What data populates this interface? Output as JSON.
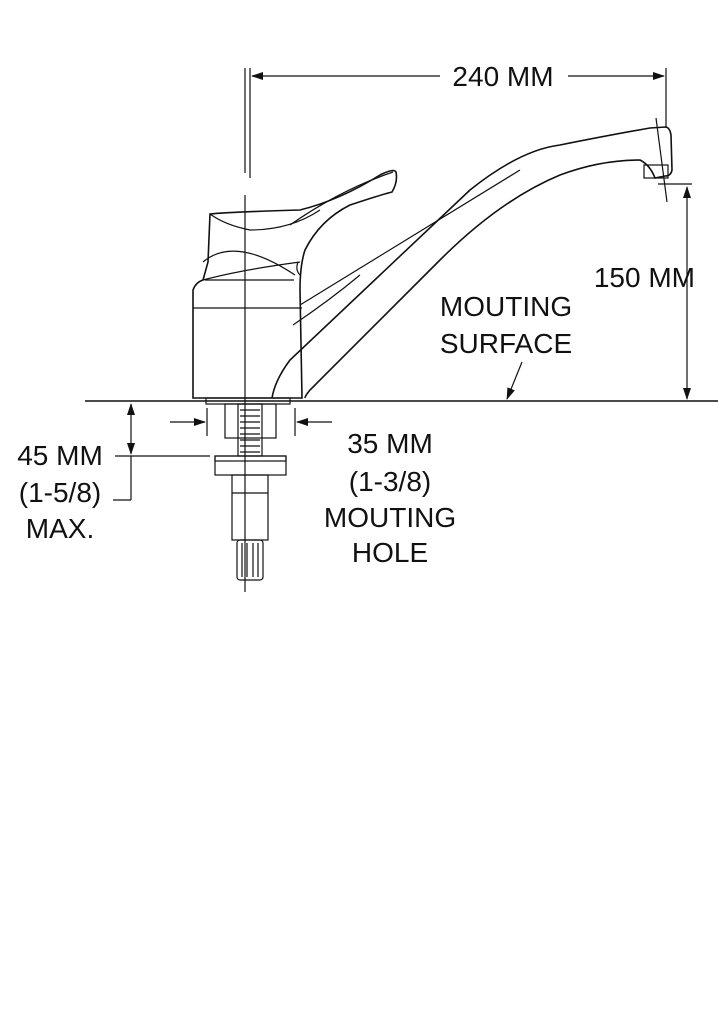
{
  "drawing": {
    "width_dimension": "240 MM",
    "height_dimension": "150 MM",
    "mounting_surface": [
      "MOUTING",
      "SURFACE"
    ],
    "max_thickness": [
      "45 MM",
      "(1-5/8)",
      "MAX."
    ],
    "mounting_hole": [
      "35 MM",
      "(1-3/8)",
      "MOUTING",
      "HOLE"
    ]
  }
}
